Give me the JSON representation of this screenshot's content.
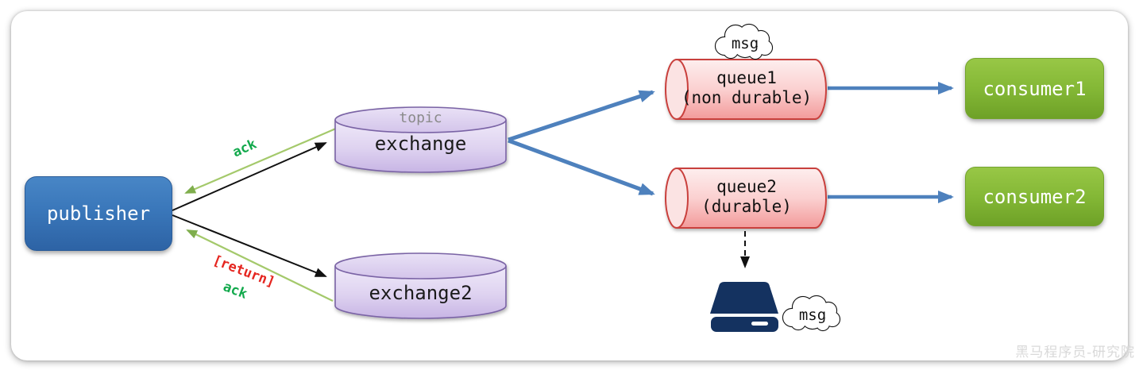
{
  "watermark": "黑马程序员-研究院",
  "nodes": {
    "publisher": {
      "label": "publisher"
    },
    "exchange": {
      "badge": "topic",
      "label": "exchange"
    },
    "exchange2": {
      "label": "exchange2"
    },
    "queue1": {
      "label": "queue1",
      "sublabel": "(non durable)"
    },
    "queue2": {
      "label": "queue2",
      "sublabel": "(durable)"
    },
    "consumer1": {
      "label": "consumer1"
    },
    "consumer2": {
      "label": "consumer2"
    },
    "disk": {
      "icon": "hard-drive-icon"
    },
    "msg_cloud_top": {
      "label": "msg"
    },
    "msg_cloud_bottom": {
      "label": "msg"
    }
  },
  "edge_labels": {
    "ack_top": "ack",
    "return_bottom": "[return]",
    "ack_bottom": "ack"
  },
  "edges": [
    {
      "from": "publisher",
      "to": "exchange",
      "style": "black-arrow"
    },
    {
      "from": "exchange",
      "to": "publisher",
      "style": "green-arrow",
      "label": "ack"
    },
    {
      "from": "publisher",
      "to": "exchange2",
      "style": "black-arrow"
    },
    {
      "from": "exchange2",
      "to": "publisher",
      "style": "green-arrow",
      "label": "[return] ack"
    },
    {
      "from": "exchange",
      "to": "queue1",
      "style": "blue-arrow"
    },
    {
      "from": "exchange",
      "to": "queue2",
      "style": "blue-arrow"
    },
    {
      "from": "queue1",
      "to": "consumer1",
      "style": "blue-arrow"
    },
    {
      "from": "queue2",
      "to": "consumer2",
      "style": "blue-arrow"
    },
    {
      "from": "queue2",
      "to": "disk",
      "style": "dashed-black-arrow"
    }
  ],
  "colors": {
    "publisher_blue": "#3a77ba",
    "consumer_green": "#84b836",
    "exchange_purple_fill": "#d9cbee",
    "exchange_purple_stroke": "#7a63a5",
    "queue_pink_fill": "#f6b0b0",
    "queue_pink_stroke": "#c9403c",
    "arrow_blue": "#4e81bd",
    "ack_text_green": "#12a94c",
    "ack_line_green": "#a4c96b",
    "return_text_red": "#e52620",
    "disk_navy": "#143260",
    "watermark_gray": "#d9d9d9"
  }
}
